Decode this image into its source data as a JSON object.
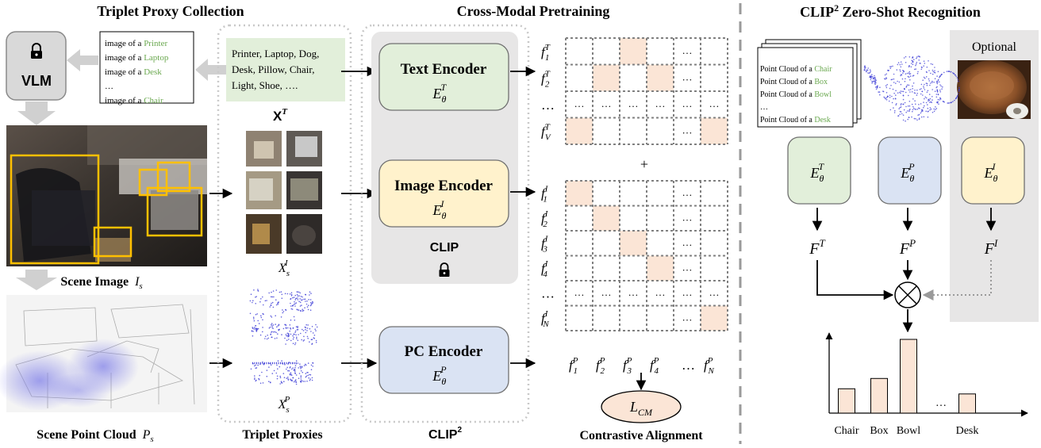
{
  "colors": {
    "text_green": "#6aa84f",
    "green_box": "#e2efda",
    "yellow_box": "#fff2cc",
    "blue_box": "#dae3f3",
    "grey_panel": "#e7e6e6",
    "peach": "#fbe5d6",
    "orange": "#ffc000",
    "point_blue": "#3b3bd6"
  },
  "sections": {
    "proxy_title": "Triplet Proxy Collection",
    "pretrain_title": "Cross-Modal Pretraining",
    "zeroshot_title_main": "CLIP",
    "zeroshot_title_sup": "2",
    "zeroshot_title_rest": " Zero-Shot Recognition"
  },
  "vlm": {
    "label": "VLM",
    "icon": "lock-icon"
  },
  "prompts": {
    "prefix": "image of a",
    "items": [
      "Printer",
      "Laptop",
      "Desk",
      "…",
      "Chair"
    ]
  },
  "text_proxies": {
    "lines": [
      "Printer, Laptop, Dog,",
      "Desk, Pillow, Chair,",
      "Light, Shoe,   …."
    ],
    "label_main": "X",
    "label_sup": "T"
  },
  "scene_image": {
    "label": "Scene Image",
    "sym": "I",
    "sub": "s"
  },
  "scene_pc": {
    "label": "Scene Point Cloud",
    "sym": "P",
    "sub": "s"
  },
  "image_proxies": {
    "sym": "X",
    "sub": "s",
    "sup": "I"
  },
  "pc_proxies": {
    "sym": "X",
    "sub": "s",
    "sup": "P"
  },
  "triplet_label": "Triplet Proxies",
  "encoders": {
    "text": {
      "name": "Text Encoder",
      "sym": "E",
      "sub": "θ",
      "sup": "T"
    },
    "image": {
      "name": "Image Encoder",
      "sym": "E",
      "sub": "θ",
      "sup": "I"
    },
    "pc": {
      "name": "PC Encoder",
      "sym": "E",
      "sub": "θ",
      "sup": "P"
    }
  },
  "clip_label": "CLIP",
  "clip2_label_main": "CLIP",
  "clip2_label_sup": "2",
  "matrix_text": {
    "rows": [
      {
        "sup": "T",
        "sub": "1"
      },
      {
        "sup": "T",
        "sub": "2"
      },
      {
        "dots": "…"
      },
      {
        "sup": "T",
        "sub": "V"
      }
    ]
  },
  "matrix_image": {
    "rows": [
      {
        "sup": "I",
        "sub": "1"
      },
      {
        "sup": "I",
        "sub": "2"
      },
      {
        "sup": "I",
        "sub": "3"
      },
      {
        "sup": "I",
        "sub": "4"
      },
      {
        "dots": "…"
      },
      {
        "sup": "I",
        "sub": "N"
      }
    ]
  },
  "matrix_columns": [
    {
      "sup": "P",
      "sub": "1"
    },
    {
      "sup": "P",
      "sub": "2"
    },
    {
      "sup": "P",
      "sub": "3"
    },
    {
      "sup": "P",
      "sub": "4"
    },
    {
      "dots": "…"
    },
    {
      "sup": "P",
      "sub": "N"
    }
  ],
  "cell_dots": "…",
  "plus": "+",
  "loss": {
    "sym": "L",
    "sub": "CM"
  },
  "contrastive_label": "Contrastive Alignment",
  "zeroshot": {
    "optional": "Optional",
    "cloud_prefix": "Point Cloud  of a",
    "cloud_items": [
      "Chair",
      "Box",
      "Bowl",
      "…",
      "Desk"
    ],
    "features": [
      {
        "sym": "F",
        "sup": "T"
      },
      {
        "sym": "F",
        "sup": "P"
      },
      {
        "sym": "F",
        "sup": "I"
      }
    ]
  },
  "chart_data": {
    "type": "bar",
    "categories": [
      "Chair",
      "Box",
      "Bowl",
      "…",
      "Desk"
    ],
    "values": [
      0.33,
      0.47,
      1.0,
      null,
      0.26
    ],
    "xlabel": "",
    "ylabel": "",
    "grid": false
  }
}
